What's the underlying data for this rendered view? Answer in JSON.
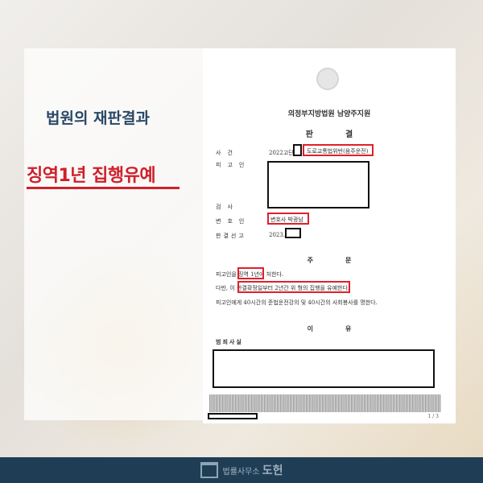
{
  "left": {
    "title": "법원의 재판결과",
    "result": "징역1년 집행유예"
  },
  "doc": {
    "court": "의정부지방법원 남양주지원",
    "title": "판결",
    "rows": [
      {
        "label": "사건",
        "value": "2022고단",
        "highlight": "도로교통법위반(음주운전)"
      },
      {
        "label": "피고인",
        "value": ""
      },
      {
        "label": "검사",
        "value": ""
      },
      {
        "label": "변호인",
        "value": "",
        "highlight": "변호사 박광남"
      },
      {
        "label": "판결선고",
        "value": "2023."
      }
    ],
    "order_title": "주문",
    "order_lines": [
      "피고인을 징역 1년에 처한다.",
      "다만, 이 판결확정일부터 2년간 위 형의 집행을 유예한다.",
      "피고인에게 40시간의 준법운전강의 및 40시간의 사회봉사를 명한다."
    ],
    "order_highlights": [
      "징역 1년",
      "판결확정일부터 2년간 위 형의 집행을 유예"
    ],
    "reason_title": "이유",
    "reason_sub": "범죄사실",
    "page": "1 / 3"
  },
  "footer": {
    "logo_small": "법률사무소",
    "logo_big": "도헌"
  },
  "colors": {
    "accent_red": "#d0202a",
    "navy": "#1f3e56"
  }
}
